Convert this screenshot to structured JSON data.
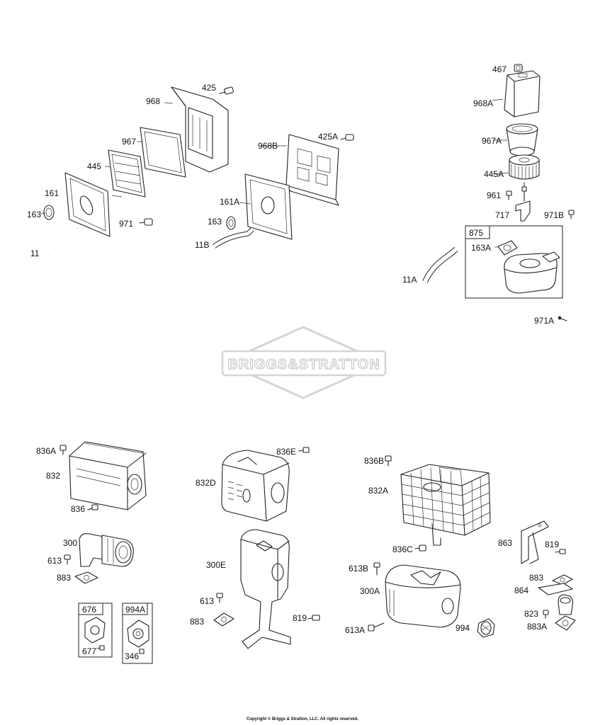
{
  "watermark": "BRIGGS&STRATTON",
  "copyright": "Copyright © Briggs & Stratton, LLC. All rights reserved.",
  "labels": {
    "p425": "425",
    "p968": "968",
    "p967": "967",
    "p445": "445",
    "p161": "161",
    "p163": "163",
    "p971": "971",
    "p11": "11",
    "p968B": "968B",
    "p425A": "425A",
    "p161A": "161A",
    "p163b": "163",
    "p11B": "11B",
    "p467": "467",
    "p968A": "968A",
    "p967A": "967A",
    "p445A": "445A",
    "p961": "961",
    "p717": "717",
    "p971B": "971B",
    "p875": "875",
    "p163A": "163A",
    "p11A": "11A",
    "p971A": "971A",
    "p836A": "836A",
    "p832": "832",
    "p836": "836",
    "p300": "300",
    "p613": "613",
    "p883": "883",
    "p676": "676",
    "p677": "677",
    "p994A": "994A",
    "p346": "346",
    "p836E": "836E",
    "p832D": "832D",
    "p300E": "300E",
    "p613b": "613",
    "p883b": "883",
    "p819": "819",
    "p836B": "836B",
    "p832A": "832A",
    "p836C": "836C",
    "p613B": "613B",
    "p300A": "300A",
    "p613A": "613A",
    "p994": "994",
    "p863": "863",
    "p819b": "819",
    "p883c": "883",
    "p864": "864",
    "p823": "823",
    "p883A": "883A"
  }
}
